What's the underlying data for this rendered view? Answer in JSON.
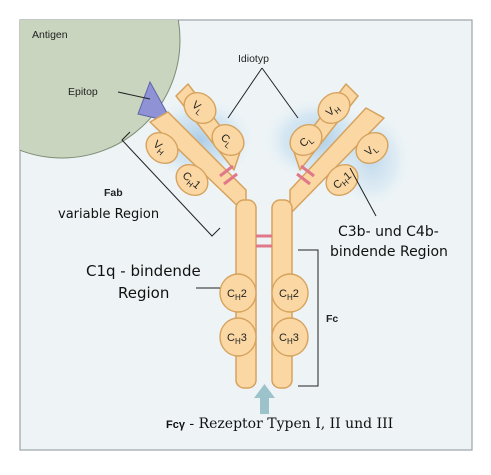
{
  "labels": {
    "antigen": "Antigen",
    "epitop": "Epitop",
    "idiotyp": "Idiotyp",
    "fab": "Fab",
    "variable_region": "variable Region",
    "c3b_line1": "C3b- und C4b-",
    "c3b_line2": "bindende Region",
    "c1q_line1": "C1q - bindende",
    "c1q_line2": "Region",
    "fc": "Fc",
    "receptor_prefix": "Fcγ",
    "receptor_rest": " - Rezeptor Typen I, II und III"
  },
  "domains": {
    "vl": "V",
    "vl_sub": "L",
    "vh": "V",
    "vh_sub": "H",
    "cl": "C",
    "cl_sub": "L",
    "ch1": "C",
    "ch1_sub": "H",
    "ch1_num": "1",
    "ch2": "C",
    "ch2_sub": "H",
    "ch2_num": "2",
    "ch3": "C",
    "ch3_sub": "H",
    "ch3_num": "3"
  },
  "colors": {
    "background_panel": "#eef4f6",
    "antigen": "#c9d5bf",
    "epitope": "#8f93d6",
    "antibody_fill": "#fbd8a3",
    "antibody_stroke": "#d6a25e",
    "disulfide": "#e0788a",
    "receptor_arrow": "#9cc3cc",
    "glow": "#aecde6"
  }
}
